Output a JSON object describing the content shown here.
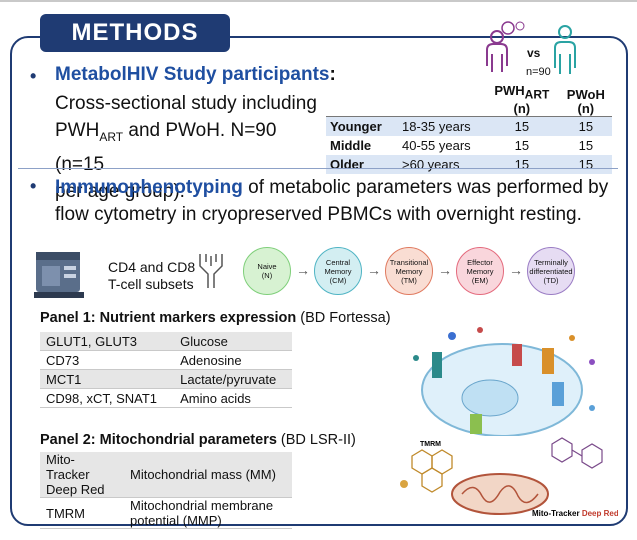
{
  "header": {
    "title": "METHODS"
  },
  "study": {
    "bullet": "•",
    "heading": "MetabolHIV Study participants",
    "heading_colon": ":",
    "line1": "Cross-sectional study including",
    "pwh_prefix": "PWH",
    "pwh_sub": "ART",
    "line2_rest": " and PWoH. N=90 (n=15",
    "line3": "per age group)."
  },
  "comparison": {
    "vs": "vs",
    "n_total": "n=90"
  },
  "age_table": {
    "col_pwh": "PWH",
    "col_pwh_sub": "ART",
    "col_pwoh": "PWoH",
    "col_n": "(n)",
    "rows": [
      {
        "group": "Younger",
        "range": "18-35 years",
        "pwh": "15",
        "pwoh": "15"
      },
      {
        "group": "Middle",
        "range": "40-55 years",
        "pwh": "15",
        "pwoh": "15"
      },
      {
        "group": "Older",
        "range": ">60 years",
        "pwh": "15",
        "pwoh": "15"
      }
    ]
  },
  "immuno": {
    "bullet": "•",
    "highlight": "Immunophenotyping",
    "text": " of metabolic parameters was performed by flow cytometry in cryopreserved PBMCs with overnight resting."
  },
  "subsets": {
    "line1": "CD4 and CD8",
    "line2": "T-cell subsets"
  },
  "differentiation": [
    {
      "name": "Naive",
      "abbr": "(N)",
      "color": "#7fcf7a",
      "fill": "#d7f2d2"
    },
    {
      "name": "Central Memory",
      "abbr": "(CM)",
      "color": "#4fb4c4",
      "fill": "#d3eef2"
    },
    {
      "name": "Transitional Memory",
      "abbr": "(TM)",
      "color": "#e07a5f",
      "fill": "#f9ddd3"
    },
    {
      "name": "Effector Memory",
      "abbr": "(EM)",
      "color": "#e46a7d",
      "fill": "#f9d6dc"
    },
    {
      "name": "Terminally differentiated",
      "abbr": "(TD)",
      "color": "#9a7cc4",
      "fill": "#e6dcf3"
    }
  ],
  "panel1": {
    "title_bold": "Panel 1: Nutrient markers expression",
    "title_rest": " (BD Fortessa)",
    "rows": [
      {
        "marker": "GLUT1, GLUT3",
        "target": "Glucose"
      },
      {
        "marker": "CD73",
        "target": "Adenosine"
      },
      {
        "marker": "MCT1",
        "target": "Lactate/pyruvate"
      },
      {
        "marker": "CD98, xCT, SNAT1",
        "target": "Amino acids"
      }
    ]
  },
  "panel2": {
    "title_bold": "Panel 2: Mitochondrial parameters",
    "title_rest": " (BD LSR-II)",
    "rows": [
      {
        "marker1": "Mito-Tracker",
        "marker2": "Deep Red",
        "target1": "Mitochondrial mass (MM)",
        "target2": ""
      },
      {
        "marker1": "TMRM",
        "marker2": "",
        "target1": "Mitochondrial membrane",
        "target2": "potential (MMP)"
      }
    ]
  },
  "illustration": {
    "tmrm_label": "TMRM",
    "mitotracker_label": "Mito-Tracker",
    "deepred_label": "Deep Red"
  }
}
